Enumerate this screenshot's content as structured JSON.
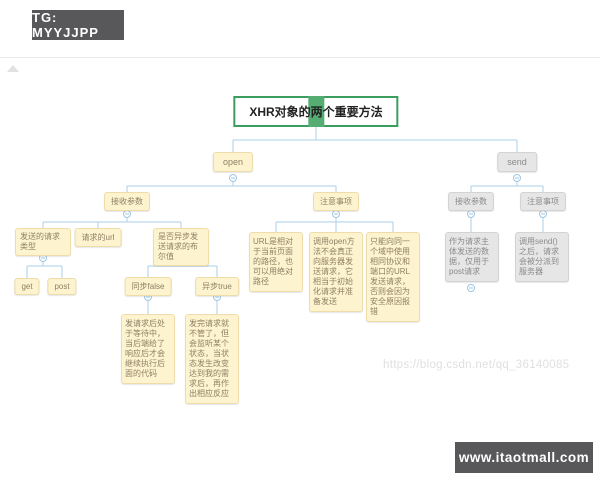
{
  "header": {
    "tg_badge": "TG: MYYJJPP"
  },
  "footer": {
    "site_badge": "www.itaotmall.com"
  },
  "watermark": {
    "text": "https://blog.csdn.net/qq_36140085"
  },
  "colors": {
    "badge_bg": "#58585a",
    "node_cream": "#fdf3cf",
    "node_gray": "#e6e6e6",
    "title_green": "#3b9e5e",
    "connector_blue": "#aecfe9"
  },
  "icons": {
    "chevron": "triangle-up",
    "toggle": "minus-circle"
  },
  "mindmap": {
    "title": "XHR对象的两个重要方法",
    "nodes": {
      "open": "open",
      "send": "send",
      "open_params": "接收参数",
      "open_notes": "注意事项",
      "send_params": "接收参数",
      "send_notes": "注意事项",
      "req_type": "发送的请求类型",
      "req_url": "请求的url",
      "async_bool": "是否异步发送请求的布尔值",
      "get": "get",
      "post": "post",
      "sync_false": "同步false",
      "async_true": "异步true",
      "sync_desc": "发请求后处于等待中，当后端给了响应后才会继续执行后面的代码",
      "async_desc": "发完请求就不管了，但会监听某个状态，当状态发生改变达到我的需求后，再作出相应反应",
      "note_url": "URL是相对于当前页面的路径，也可以用绝对路径",
      "note_open": "调用open方法不会真正向服务器发送请求，它相当于初始化请求并准备发送",
      "note_domain": "只能向同一个域中使用相同协议和端口的URL发送请求，否则会因为安全原因报错",
      "send_param_desc": "作为请求主体发送的数据，仅用于post请求",
      "send_note_desc": "调用send()之后，请求会被分派到服务器"
    }
  }
}
